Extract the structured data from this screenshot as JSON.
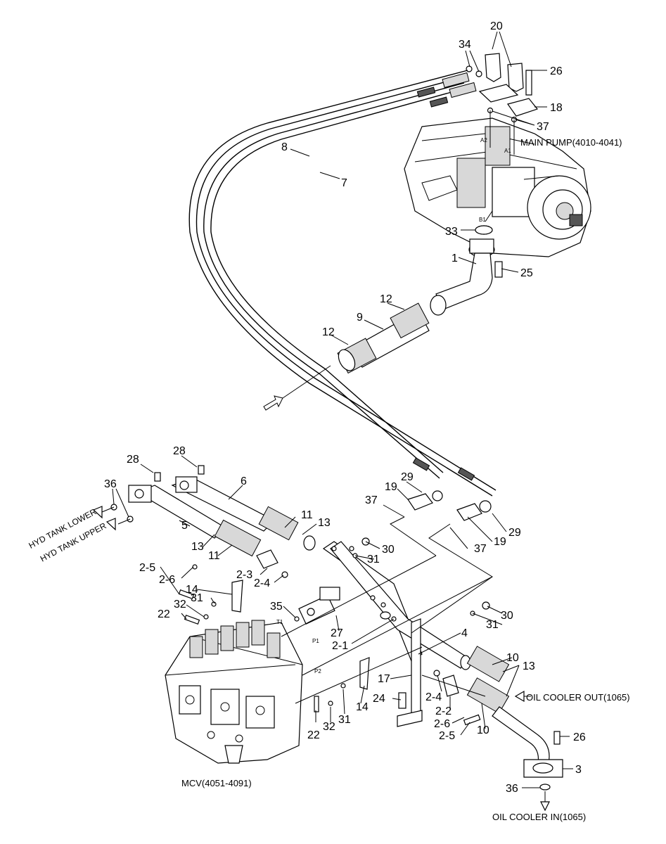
{
  "callouts": [
    {
      "id": "c20",
      "text": "20"
    },
    {
      "id": "c34",
      "text": "34"
    },
    {
      "id": "c26a",
      "text": "26"
    },
    {
      "id": "c18",
      "text": "18"
    },
    {
      "id": "c37a",
      "text": "37"
    },
    {
      "id": "c8",
      "text": "8"
    },
    {
      "id": "c7",
      "text": "7"
    },
    {
      "id": "c33",
      "text": "33"
    },
    {
      "id": "c1",
      "text": "1"
    },
    {
      "id": "c25",
      "text": "25"
    },
    {
      "id": "c12a",
      "text": "12"
    },
    {
      "id": "c9",
      "text": "9"
    },
    {
      "id": "c12b",
      "text": "12"
    },
    {
      "id": "c28a",
      "text": "28"
    },
    {
      "id": "c28b",
      "text": "28"
    },
    {
      "id": "c36a",
      "text": "36"
    },
    {
      "id": "c6",
      "text": "6"
    },
    {
      "id": "c29a",
      "text": "29"
    },
    {
      "id": "c19a",
      "text": "19"
    },
    {
      "id": "c37b",
      "text": "37"
    },
    {
      "id": "c5",
      "text": "5"
    },
    {
      "id": "c11a",
      "text": "11"
    },
    {
      "id": "c13a",
      "text": "13"
    },
    {
      "id": "c13b",
      "text": "13"
    },
    {
      "id": "c11b",
      "text": "11"
    },
    {
      "id": "c30a",
      "text": "30"
    },
    {
      "id": "c31a",
      "text": "31"
    },
    {
      "id": "c29b",
      "text": "29"
    },
    {
      "id": "c19b",
      "text": "19"
    },
    {
      "id": "c37c",
      "text": "37"
    },
    {
      "id": "c2-5a",
      "text": "2-5"
    },
    {
      "id": "c2-6a",
      "text": "2-6"
    },
    {
      "id": "c2-3",
      "text": "2-3"
    },
    {
      "id": "c2-4a",
      "text": "2-4"
    },
    {
      "id": "c14a",
      "text": "14"
    },
    {
      "id": "c31b",
      "text": "31"
    },
    {
      "id": "c32a",
      "text": "32"
    },
    {
      "id": "c22a",
      "text": "22"
    },
    {
      "id": "c35",
      "text": "35"
    },
    {
      "id": "c27",
      "text": "27"
    },
    {
      "id": "c30b",
      "text": "30"
    },
    {
      "id": "c31c",
      "text": "31"
    },
    {
      "id": "c2-1",
      "text": "2-1"
    },
    {
      "id": "c4",
      "text": "4"
    },
    {
      "id": "c10a",
      "text": "10"
    },
    {
      "id": "c13c",
      "text": "13"
    },
    {
      "id": "c17",
      "text": "17"
    },
    {
      "id": "c14b",
      "text": "14"
    },
    {
      "id": "c24",
      "text": "24"
    },
    {
      "id": "c2-4b",
      "text": "2-4"
    },
    {
      "id": "c2-2",
      "text": "2-2"
    },
    {
      "id": "c2-6b",
      "text": "2-6"
    },
    {
      "id": "c2-5b",
      "text": "2-5"
    },
    {
      "id": "c10b",
      "text": "10"
    },
    {
      "id": "c22b",
      "text": "22"
    },
    {
      "id": "c32b",
      "text": "32"
    },
    {
      "id": "c31d",
      "text": "31"
    },
    {
      "id": "c26b",
      "text": "26"
    },
    {
      "id": "c3",
      "text": "3"
    },
    {
      "id": "c36b",
      "text": "36"
    }
  ],
  "captions": {
    "main_pump": "MAIN PUMP(4010-4041)",
    "mcv": "MCV(4051-4091)",
    "oil_cooler_out": "OIL COOLER OUT(1065)",
    "oil_cooler_in": "OIL COOLER IN(1065)",
    "hyd_tank_lower": "HYD TANK LOWER",
    "hyd_tank_upper": "HYD TANK UPPER"
  },
  "ports": {
    "a2": "A2",
    "a1": "A1",
    "b1": "B1",
    "t1": "T1",
    "p1": "P1",
    "p2": "P2"
  }
}
